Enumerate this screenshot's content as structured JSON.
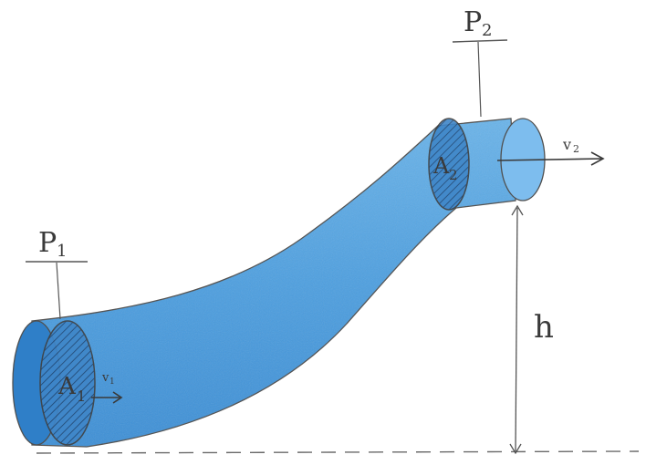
{
  "labels": {
    "p1": "P",
    "p1_sub": "1",
    "p2": "P",
    "p2_sub": "2",
    "a1": "A",
    "a1_sub": "1",
    "a2": "A",
    "a2_sub": "2",
    "v1": "v",
    "v1_sub": "1",
    "v2": "v",
    "v2_sub": "2",
    "h": "h"
  },
  "colors": {
    "pipe_fill": "#5aa9e6",
    "pipe_light": "#8cc6f0",
    "pipe_dark": "#2f7fc8",
    "pencil": "#4a4a4a",
    "hatch": "#1f3f66"
  }
}
